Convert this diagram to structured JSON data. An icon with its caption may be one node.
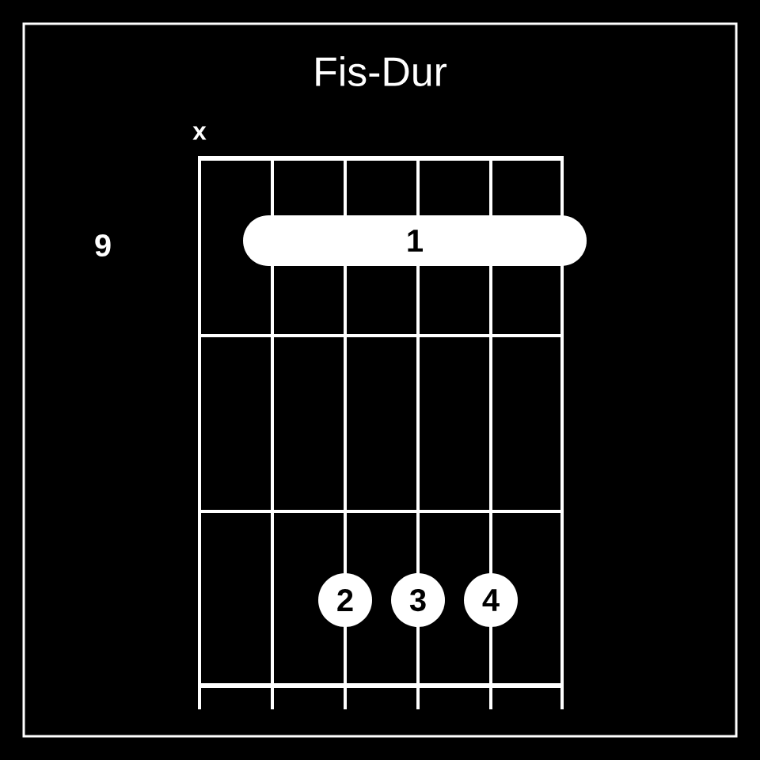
{
  "diagram": {
    "title": "Fis-Dur",
    "nodes": [
      {
        "text": [
          "1"
        ]
      },
      {
        "text": [
          "2"
        ]
      },
      {
        "text": [
          "3"
        ]
      },
      {
        "text": [
          "4"
        ]
      }
    ],
    "labels": [
      "x",
      "9"
    ]
  }
}
